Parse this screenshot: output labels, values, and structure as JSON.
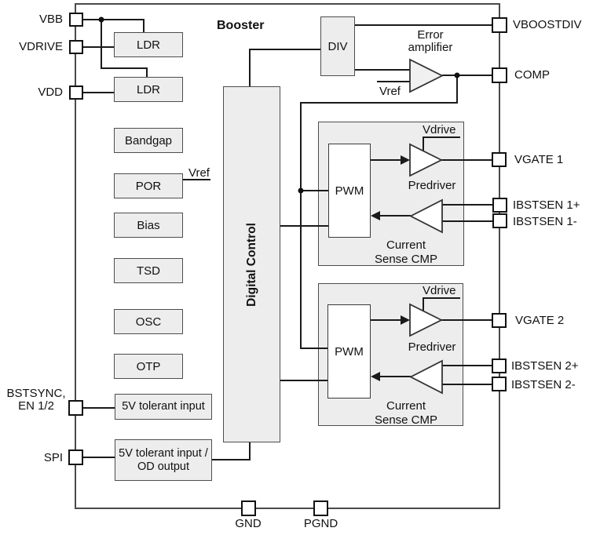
{
  "title": "Booster",
  "colors": {
    "block_fill": "#ededed",
    "block_border": "#4d4d4d",
    "wire": "#1a1a1a",
    "pin_fill": "#ffffff",
    "pin_border": "#111111",
    "text": "#111111"
  },
  "blocks": {
    "ldr1": "LDR",
    "ldr2": "LDR",
    "bandgap": "Bandgap",
    "por": "POR",
    "bias": "Bias",
    "tsd": "TSD",
    "osc": "OSC",
    "otp": "OTP",
    "tolerant_input": "5V tolerant input",
    "tolerant_io_line1": "5V tolerant input /",
    "tolerant_io_line2": "OD output",
    "digital_control": "Digital Control",
    "div": "DIV",
    "pwm1": "PWM",
    "pwm2": "PWM"
  },
  "amplifiers": {
    "error_amp_line1": "Error",
    "error_amp_line2": "amplifier",
    "predriver1": "Predriver",
    "predriver2": "Predriver",
    "current_sense1_line1": "Current",
    "current_sense1_line2": "Sense CMP",
    "current_sense2_line1": "Current",
    "current_sense2_line2": "Sense CMP"
  },
  "nets": {
    "vref_por": "Vref",
    "vref_error_amp": "Vref",
    "vdrive1": "Vdrive",
    "vdrive2": "Vdrive"
  },
  "pins": {
    "vbb": "VBB",
    "vdrive": "VDRIVE",
    "vdd": "VDD",
    "bstsync_line1": "BSTSYNC,",
    "bstsync_line2": "EN 1/2",
    "spi": "SPI",
    "vboostdiv": "VBOOSTDIV",
    "comp": "COMP",
    "vgate1": "VGATE 1",
    "ibstsen1_plus": "IBSTSEN 1+",
    "ibstsen1_minus": "IBSTSEN 1-",
    "vgate2": "VGATE 2",
    "ibstsen2_plus": "IBSTSEN 2+",
    "ibstsen2_minus": "IBSTSEN 2-",
    "gnd": "GND",
    "pgnd": "PGND"
  }
}
